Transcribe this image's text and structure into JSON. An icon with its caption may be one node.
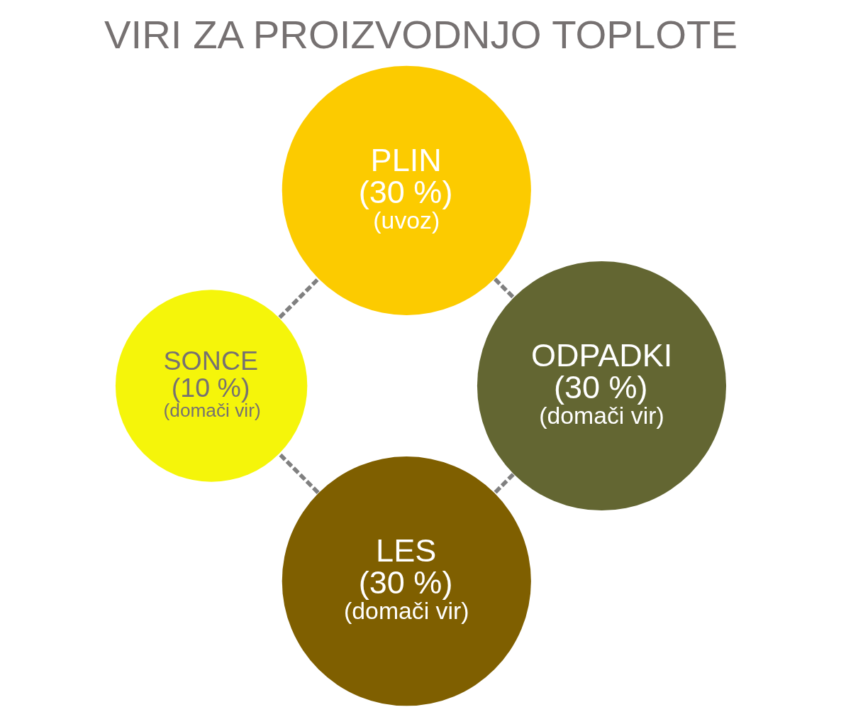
{
  "diagram": {
    "title": "VIRI ZA PROIZVODNJO TOPLOTE",
    "nodes": [
      {
        "text": [
          "LES",
          "(30 %)",
          "(domači vir)"
        ]
      },
      {
        "text": [
          "ODPADKI",
          "(30 %)",
          "(domači vir)"
        ]
      },
      {
        "text": [
          "SONCE",
          "(10 %)",
          "(domači vir)"
        ]
      },
      {
        "text": [
          "PLIN",
          "(30 %)",
          "(uvoz)"
        ]
      }
    ],
    "edges": [
      {
        "from": 1,
        "to": 0,
        "arrow": "none",
        "style": "dashed"
      },
      {
        "from": 0,
        "to": 2,
        "arrow": "none",
        "style": "dashed"
      },
      {
        "from": 2,
        "to": 3,
        "arrow": "none",
        "style": "dashed"
      },
      {
        "from": 3,
        "to": 1,
        "arrow": "none",
        "style": "dashed"
      }
    ]
  }
}
